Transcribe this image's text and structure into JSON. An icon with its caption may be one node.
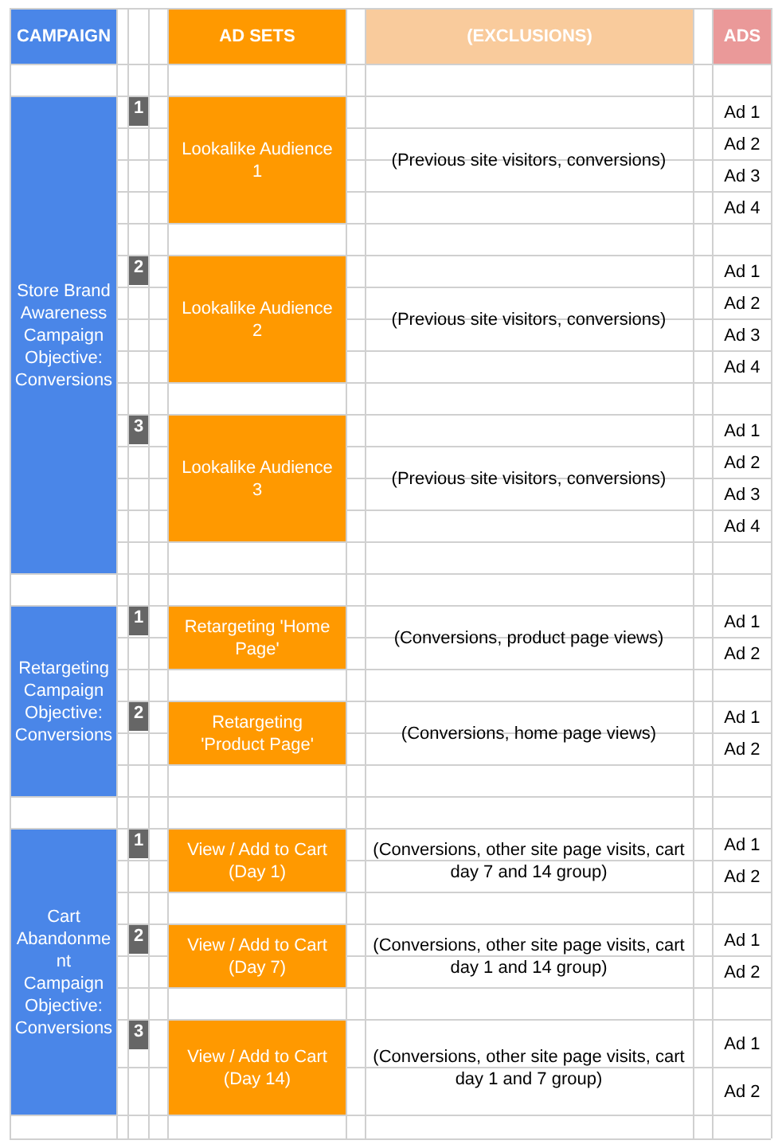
{
  "diagram": {
    "nodes": [
      {
        "text": [
          "CAMPAIGN"
        ]
      },
      {
        "text": [
          "AD SETS"
        ]
      },
      {
        "text": [
          "(EXCLUSIONS)"
        ]
      },
      {
        "text": [
          "ADS"
        ]
      },
      {
        "text": [
          "Store Brand Awareness Campaign Objective: Conversions"
        ]
      },
      {
        "text": [
          "1"
        ]
      },
      {
        "text": [
          "Lookalike Audience 1"
        ]
      },
      {
        "text": [
          "2"
        ]
      },
      {
        "text": [
          "Lookalike Audience 2"
        ]
      },
      {
        "text": [
          "3"
        ]
      },
      {
        "text": [
          "Lookalike Audience 3"
        ]
      },
      {
        "text": [
          "Retargeting Campaign Objective: Conversions"
        ]
      },
      {
        "text": [
          "1"
        ]
      },
      {
        "text": [
          "Retargeting 'Home Page'"
        ]
      },
      {
        "text": [
          "2"
        ]
      },
      {
        "text": [
          "Retargeting 'Product Page'"
        ]
      },
      {
        "text": [
          "Cart Abandonment Campaign Objective: Conversions"
        ]
      },
      {
        "text": [
          "1"
        ]
      },
      {
        "text": [
          "View / Add to Cart (Day 1)"
        ]
      },
      {
        "text": [
          "2"
        ]
      },
      {
        "text": [
          "View / Add to Cart (Day 7)"
        ]
      },
      {
        "text": [
          "3"
        ]
      },
      {
        "text": [
          "View / Add to Cart (Day 14)"
        ]
      }
    ],
    "labels": [
      "(Previous site visitors, conversions)",
      "Ad 1",
      "Ad 2",
      "Ad 3",
      "Ad 4",
      "(Previous site visitors, conversions)",
      "Ad 1",
      "Ad 2",
      "Ad 3",
      "Ad 4",
      "(Previous site visitors, conversions)",
      "Ad 1",
      "Ad 2",
      "Ad 3",
      "Ad 4",
      "(Conversions, product page views)",
      "Ad 1",
      "Ad 2",
      "(Conversions, home page views)",
      "Ad 1",
      "Ad 2",
      "(Conversions, other site page visits, cart day 7 and 14 group)",
      "Ad 1",
      "Ad 2",
      "(Conversions, other site page visits, cart day 1 and 14 group)",
      "Ad 1",
      "Ad 2",
      "(Conversions, other site page visits, cart day 1 and 7 group)",
      "Ad 1",
      "Ad 2"
    ]
  }
}
